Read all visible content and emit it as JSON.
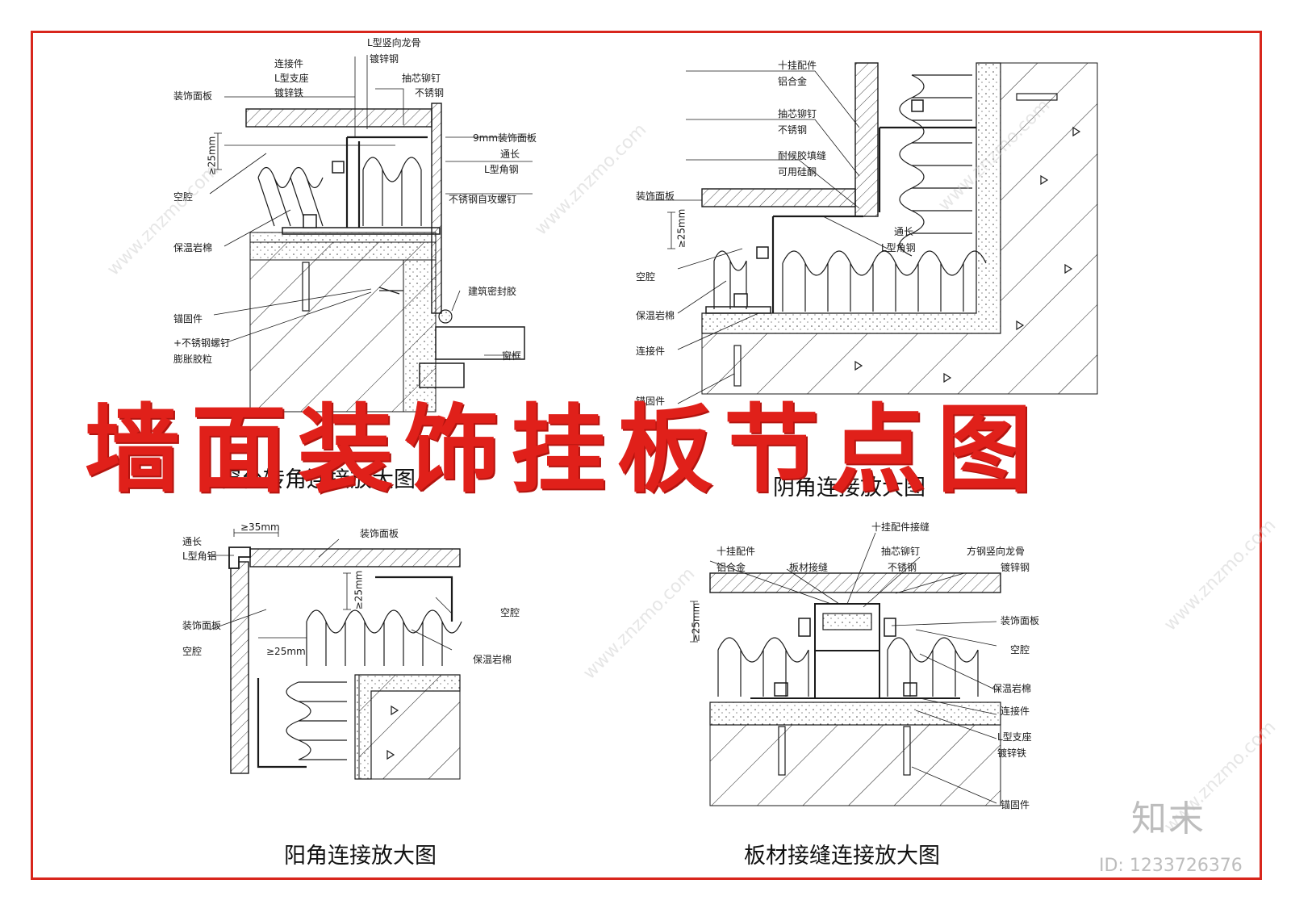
{
  "title": "墙面装饰挂板节点图",
  "watermark": "www.znzmo.com",
  "brand_logo": "知末",
  "id_label": "ID: 1233726376",
  "colors": {
    "frame": "#d8261c",
    "title": "#e0201a",
    "line": "#1a1a1a"
  },
  "details": {
    "d1": {
      "caption": "窗台转角连接放大图",
      "labels": [
        "连接件",
        "L型支座",
        "镀锌铁",
        "L型竖向龙骨",
        "镀锌钢",
        "抽芯铆钉",
        "不锈钢",
        "装饰面板",
        "9mm装饰面板",
        "通长",
        "L型角钢",
        "不锈钢自攻螺钉",
        "≥25mm",
        "空腔",
        "保温岩棉",
        "建筑密封胶",
        "锚固件",
        "+不锈钢螺钉",
        "膨胀胶粒",
        "窗框"
      ]
    },
    "d2": {
      "caption": "阴角连接放大图",
      "labels": [
        "十挂配件",
        "铝合金",
        "抽芯铆钉",
        "不锈钢",
        "耐候胶填缝",
        "可用硅酮",
        "装饰面板",
        "≥25mm",
        "通长",
        "L型角钢",
        "空腔",
        "保温岩棉",
        "连接件",
        "锚固件"
      ]
    },
    "d3": {
      "caption": "阳角连接放大图",
      "labels": [
        "≥35mm",
        "通长",
        "L型角铝",
        "装饰面板",
        "≥25mm",
        "空腔",
        "≥25mm",
        "保温岩棉",
        "装饰面板",
        "空腔"
      ]
    },
    "d4": {
      "caption": "板材接缝连接放大图",
      "labels": [
        "十挂配件接缝",
        "十挂配件",
        "铝合金",
        "板材接缝",
        "抽芯铆钉",
        "不锈钢",
        "方钢竖向龙骨",
        "镀锌钢",
        "≥25mm",
        "装饰面板",
        "空腔",
        "保温岩棉",
        "连接件",
        "L型支座",
        "镀锌铁",
        "锚固件"
      ]
    }
  }
}
